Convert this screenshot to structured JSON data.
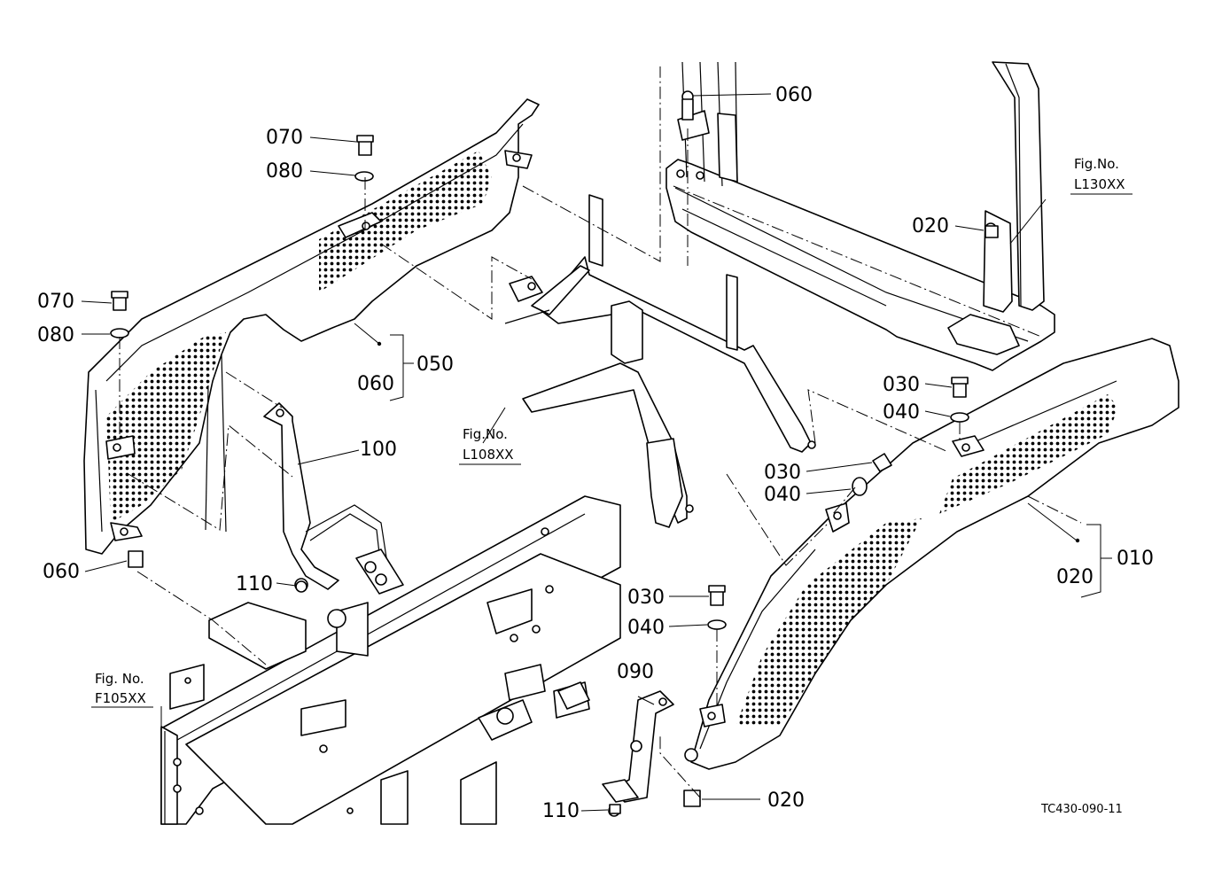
{
  "callouts": {
    "c060_top": "060",
    "c070_a": "070",
    "c080_a": "080",
    "c070_b": "070",
    "c080_b": "080",
    "c060_left": "060",
    "c050": "050",
    "c060_bracket": "060",
    "c100": "100",
    "c110_a": "110",
    "c110_b": "110",
    "c020_top": "020",
    "c030_a": "030",
    "c040_a": "040",
    "c030_b": "030",
    "c040_b": "040",
    "c010": "010",
    "c020_bracket": "020",
    "c030_c": "030",
    "c040_c": "040",
    "c090": "090",
    "c020_bottom": "020"
  },
  "figure_refs": {
    "l130_title": "Fig.No.",
    "l130_code": "L130XX",
    "l108_title": "Fig.No.",
    "l108_code": "L108XX",
    "f105_title": "Fig. No.",
    "f105_code": "F105XX"
  },
  "drawing_code": "TC430-090-11"
}
